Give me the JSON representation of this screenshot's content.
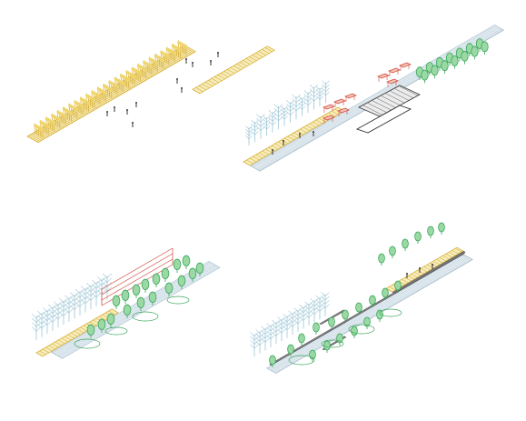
{
  "colors": {
    "background": "#ffffff",
    "field": "#efd46a",
    "field_fill": "#f7edbd",
    "field_line": "#d9b23c",
    "water": "#b7cbd8",
    "water_line": "#9fb7c7",
    "tree": "#3aa65a",
    "tree_fill": "#9ad9a4",
    "bare_tree": "#9ec6d6",
    "red": "#d2483a",
    "dark": "#333333",
    "road": "#8a8a8a"
  },
  "panels": [
    {
      "stage": 1,
      "elements": [
        "crop-rows",
        "field-plot",
        "people"
      ]
    },
    {
      "stage": 2,
      "elements": [
        "bare-trees",
        "field",
        "market-stalls",
        "pavilion",
        "boat",
        "river",
        "forest"
      ]
    },
    {
      "stage": 3,
      "elements": [
        "bare-trees",
        "field",
        "red-frame",
        "forest",
        "river"
      ]
    },
    {
      "stage": 4,
      "elements": [
        "bare-trees",
        "road",
        "bridges",
        "forest",
        "river",
        "field",
        "trees"
      ]
    }
  ]
}
